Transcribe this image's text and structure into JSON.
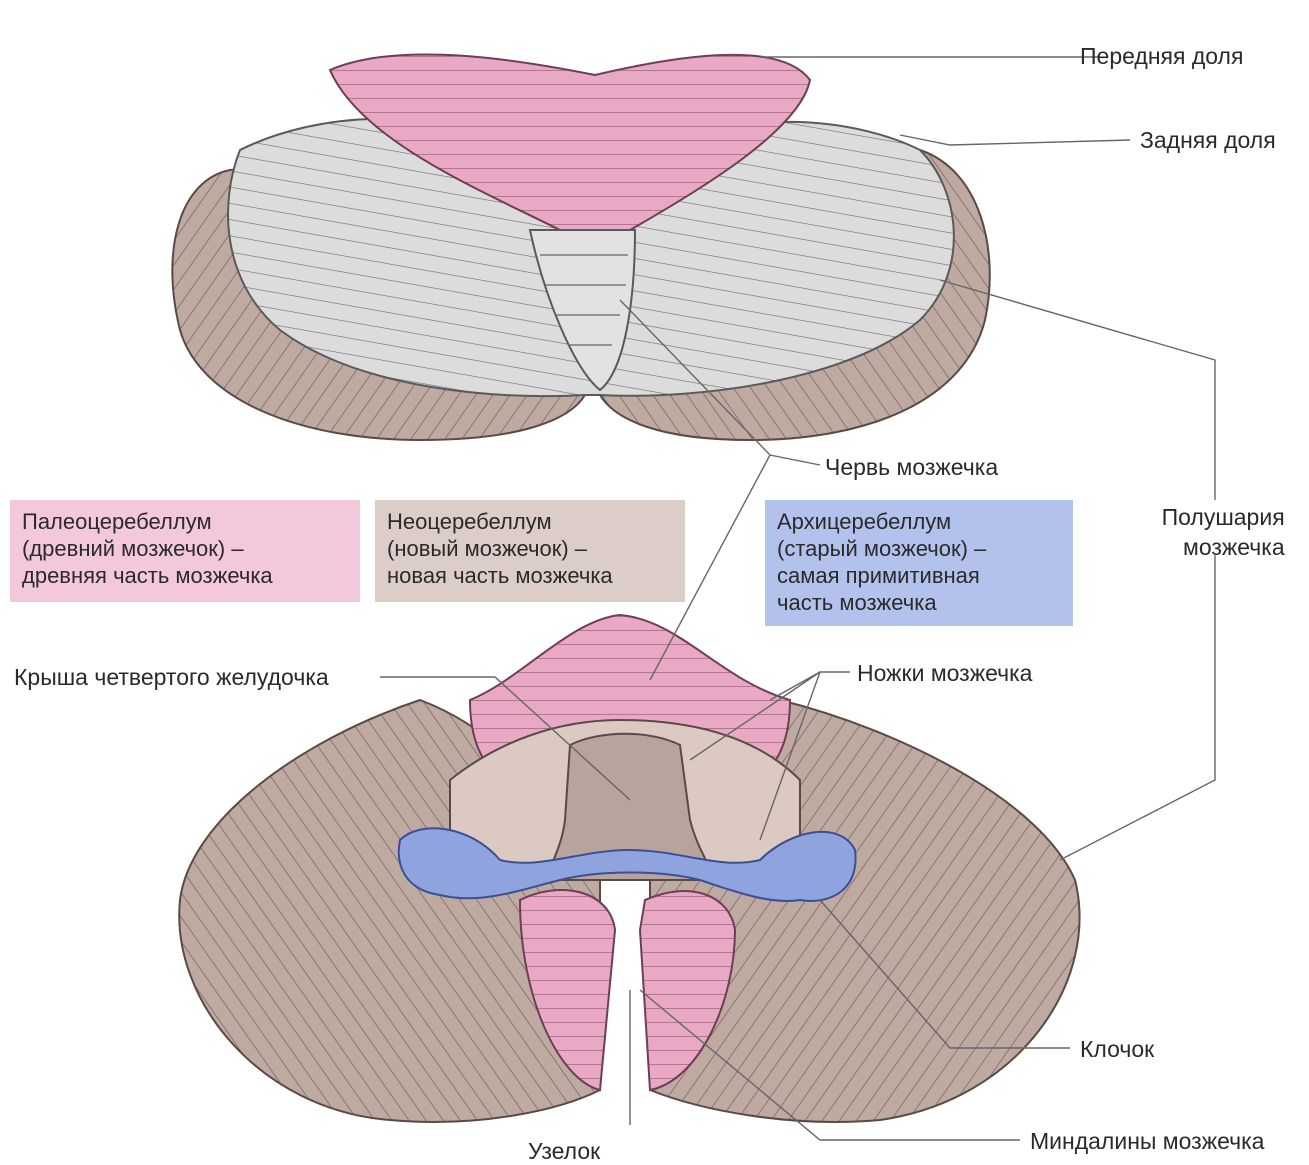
{
  "labels": {
    "anterior_lobe": "Передняя доля",
    "posterior_lobe": "Задняя доля",
    "vermis": "Червь мозжечка",
    "hemispheres": [
      "Полушария",
      "мозжечка"
    ],
    "fourth_ventricle_roof": "Крыша четвертого желудочка",
    "peduncles": "Ножки мозжечка",
    "flocculus": "Клочок",
    "nodulus": "Узелок",
    "tonsils": "Миндалины мозжечка"
  },
  "legend": {
    "paleo": [
      "Палеоцеребеллум",
      "(древний мозжечок) –",
      "древняя часть мозжечка"
    ],
    "neo": [
      "Неоцеребеллум",
      "(новый мозжечок) –",
      "новая часть мозжечка"
    ],
    "archi": [
      "Архицеребеллум",
      "(старый мозжечок) –",
      "самая примитивная",
      "часть мозжечка"
    ]
  },
  "colors": {
    "paleo": "#f3c8dc",
    "neo": "#dccdc8",
    "archi": "#b3c2ec",
    "pink_tissue": "#e9a9c5",
    "grey_tissue": "#dcdcdc",
    "brown_tissue": "#bfaaa2",
    "blue_tissue": "#8fa3df"
  }
}
